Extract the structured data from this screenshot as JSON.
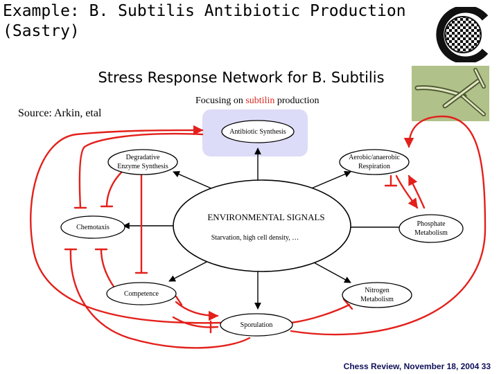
{
  "slide": {
    "title_line1": "Example: B. Subtilis Antibiotic Production",
    "title_line2": "(Sastry)",
    "subtitle": "Stress Response Network for B. Subtilis",
    "source": "Source: Arkin, etal",
    "focus_prefix": "Focusing on ",
    "focus_highlight": "subtilin",
    "focus_suffix": " production",
    "footer": "Chess Review, November 18, 2004  33"
  },
  "diagram": {
    "center_title": "ENVIRONMENTAL SIGNALS",
    "center_sub": "Starvation, high cell density, …",
    "nodes": {
      "antibiotic": "Antibiotic Synthesis",
      "degradative_1": "Degradative",
      "degradative_2": "Enzyme Synthesis",
      "aerobic_1": "Aerobic/anaerobic",
      "aerobic_2": "Respiration",
      "chemotaxis": "Chemotaxis",
      "phosphate_1": "Phosphate",
      "phosphate_2": "Metabolism",
      "competence": "Competence",
      "nitrogen_1": "Nitrogen",
      "nitrogen_2": "Metabolism",
      "sporulation": "Sporulation"
    },
    "colors": {
      "inhibition": "#e3201b",
      "activation": "#000000",
      "highlight_box": "#dcdcf8"
    }
  }
}
